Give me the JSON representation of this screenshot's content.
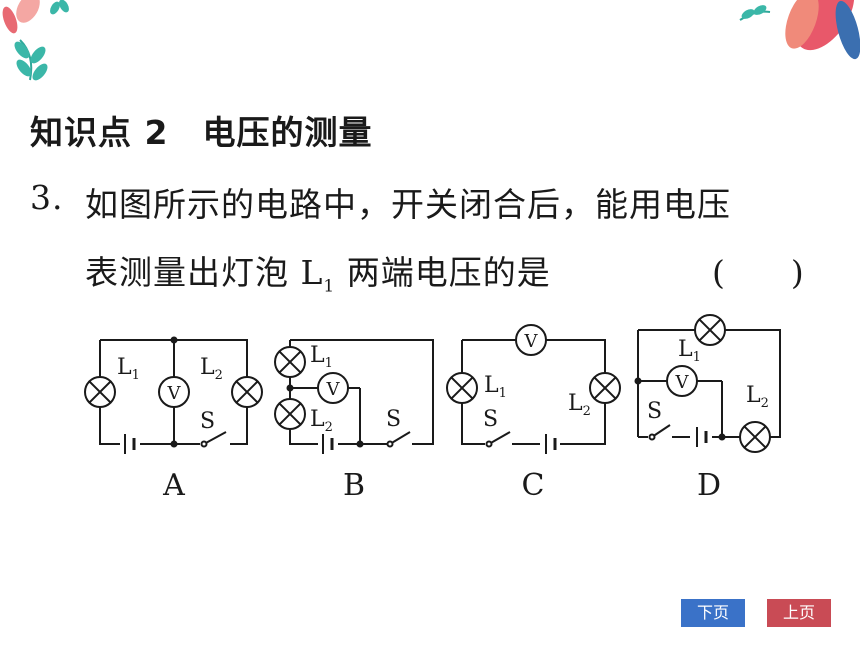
{
  "section": {
    "heading": "知识点 2　电压的测量"
  },
  "question": {
    "number": "3.",
    "line1": "如图所示的电路中，开关闭合后，能用电压",
    "line2_before": "表测量出灯泡 L",
    "line2_sub": "1",
    "line2_after": " 两端电压的是",
    "bracket": "(　　)"
  },
  "circuits": [
    {
      "label": "A",
      "lamp1": "L",
      "lamp1_sub": "1",
      "lamp2": "L",
      "lamp2_sub": "2",
      "switch": "S",
      "meter": "V"
    },
    {
      "label": "B",
      "lamp1": "L",
      "lamp1_sub": "1",
      "lamp2": "L",
      "lamp2_sub": "2",
      "switch": "S",
      "meter": "V"
    },
    {
      "label": "C",
      "lamp1": "L",
      "lamp1_sub": "1",
      "lamp2": "L",
      "lamp2_sub": "2",
      "switch": "S",
      "meter": "V"
    },
    {
      "label": "D",
      "lamp1": "L",
      "lamp1_sub": "1",
      "lamp2": "L",
      "lamp2_sub": "2",
      "switch": "S",
      "meter": "V"
    }
  ],
  "nav": {
    "next_label": "下页",
    "prev_label": "上页"
  },
  "colors": {
    "next_button": "#3a72c8",
    "prev_button": "#c94b55"
  }
}
